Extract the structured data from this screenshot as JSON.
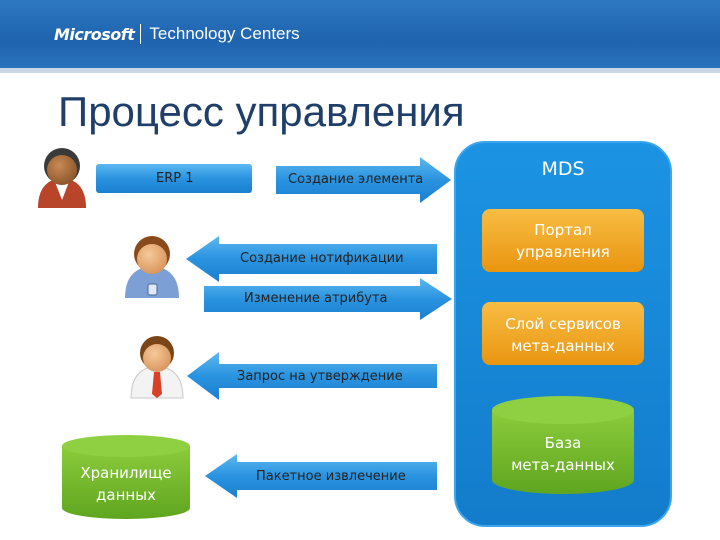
{
  "banner": {
    "brand": "Microsoft",
    "subtitle": "Technology Centers"
  },
  "title": "Процесс управления",
  "flows": {
    "erp": "ERP 1",
    "create_element": "Создание элемента",
    "create_notification": "Создание нотификации",
    "change_attribute": "Изменение атрибута",
    "approval_request": "Запрос на утверждение",
    "batch_extract": "Пакетное извлечение"
  },
  "warehouse": {
    "line1": "Хранилище",
    "line2": "данных"
  },
  "mds": {
    "title": "MDS",
    "portal_line1": "Портал",
    "portal_line2": "управления",
    "services_line1": "Слой сервисов",
    "services_line2": "мета-данных",
    "db_line1": "База",
    "db_line2": "мета-данных"
  },
  "colors": {
    "blue": "#2b8fdc",
    "orange": "#f0a41e",
    "green": "#74b82e",
    "mds_panel": "#1a8bdc",
    "banner": "#1e63ad"
  },
  "icons": [
    "person-icon-dark",
    "person-icon-blue",
    "person-icon-white"
  ]
}
